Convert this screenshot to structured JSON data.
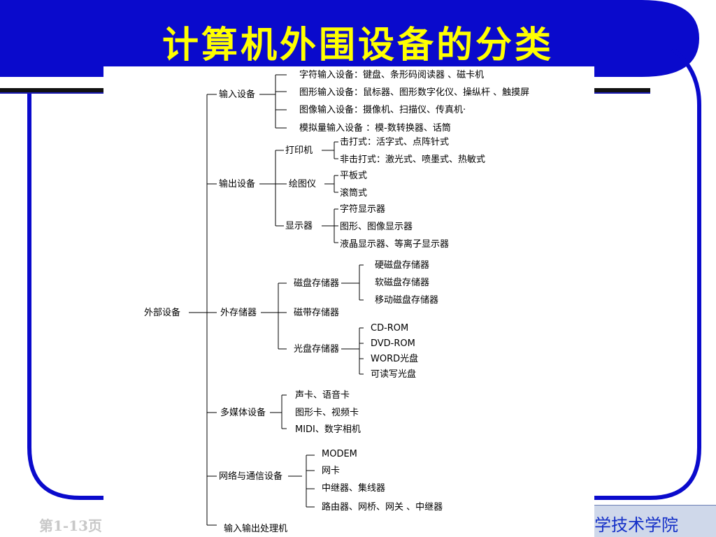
{
  "slide": {
    "title": "计算机外围设备的分类",
    "footer_page": "第1-13页",
    "footer_school": "学技术学院"
  },
  "tree": {
    "root": "外部设备",
    "input": {
      "label": "输入设备",
      "items": [
        "字符输入设备：键盘、条形码阅读器 、磁卡机",
        "图形输入设备：鼠标器、图形数字化仪、操纵杆 、触摸屏",
        "图像输入设备：摄像机、扫描仪、传真机·",
        "模拟量输入设备 ：模-数转换器、话筒"
      ]
    },
    "output": {
      "label": "输出设备",
      "printer": {
        "label": "打印机",
        "items": [
          "击打式：活字式、点阵针式",
          "非击打式：激光式、喷墨式、热敏式"
        ]
      },
      "plotter": {
        "label": "绘图仪",
        "items": [
          "平板式",
          "滚筒式"
        ]
      },
      "display": {
        "label": "显示器",
        "items": [
          "字符显示器",
          "图形、图像显示器",
          "液晶显示器、等离子显示器"
        ]
      }
    },
    "storage": {
      "label": "外存储器",
      "disk": {
        "label": "磁盘存储器",
        "items": [
          "硬磁盘存储器",
          "软磁盘存储器",
          "移动磁盘存储器"
        ]
      },
      "tape": {
        "label": "磁带存储器"
      },
      "optical": {
        "label": "光盘存储器",
        "items": [
          "CD-ROM",
          "DVD-ROM",
          "WORD光盘",
          "可读写光盘"
        ]
      }
    },
    "multimedia": {
      "label": "多媒体设备",
      "items": [
        "声卡、语音卡",
        "图形卡、视频卡",
        "MIDI、数字相机"
      ]
    },
    "network": {
      "label": "网络与通信设备",
      "items": [
        "MODEM",
        "网卡",
        "中继器、集线器",
        "路由器、网桥、网关 、中继器"
      ]
    },
    "io_processor": {
      "label": "输入输出处理机"
    }
  }
}
